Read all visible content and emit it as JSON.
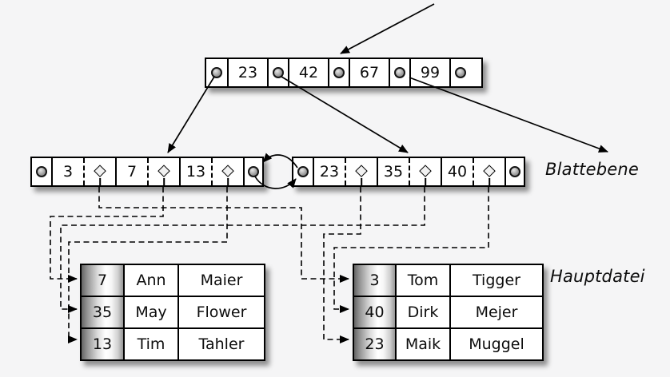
{
  "diagram": {
    "type": "bplus-tree-index",
    "root_node": {
      "keys": [
        "23",
        "42",
        "67",
        "99"
      ]
    },
    "leaf_nodes": {
      "left": {
        "keys": [
          "3",
          "7",
          "13"
        ]
      },
      "right": {
        "keys": [
          "23",
          "35",
          "40"
        ]
      }
    },
    "labels": {
      "leaf_level": "Blattebene",
      "main_file": "Hauptdatei"
    },
    "main_file_tables": {
      "left": {
        "rows": [
          {
            "key": "7",
            "first_name": "Ann",
            "last_name": "Maier"
          },
          {
            "key": "35",
            "first_name": "May",
            "last_name": "Flower"
          },
          {
            "key": "13",
            "first_name": "Tim",
            "last_name": "Tahler"
          }
        ]
      },
      "right": {
        "rows": [
          {
            "key": "3",
            "first_name": "Tom",
            "last_name": "Tigger"
          },
          {
            "key": "40",
            "first_name": "Dirk",
            "last_name": "Mejer"
          },
          {
            "key": "23",
            "first_name": "Maik",
            "last_name": "Muggel"
          }
        ]
      }
    },
    "colors": {
      "background": "#f5f5f6",
      "node_fill": "#ffffff",
      "line": "#000000",
      "pointer_dot": "#8d8d8d",
      "diamond_fill": "#f1f1f1",
      "key_column_dark": "#646464"
    }
  }
}
